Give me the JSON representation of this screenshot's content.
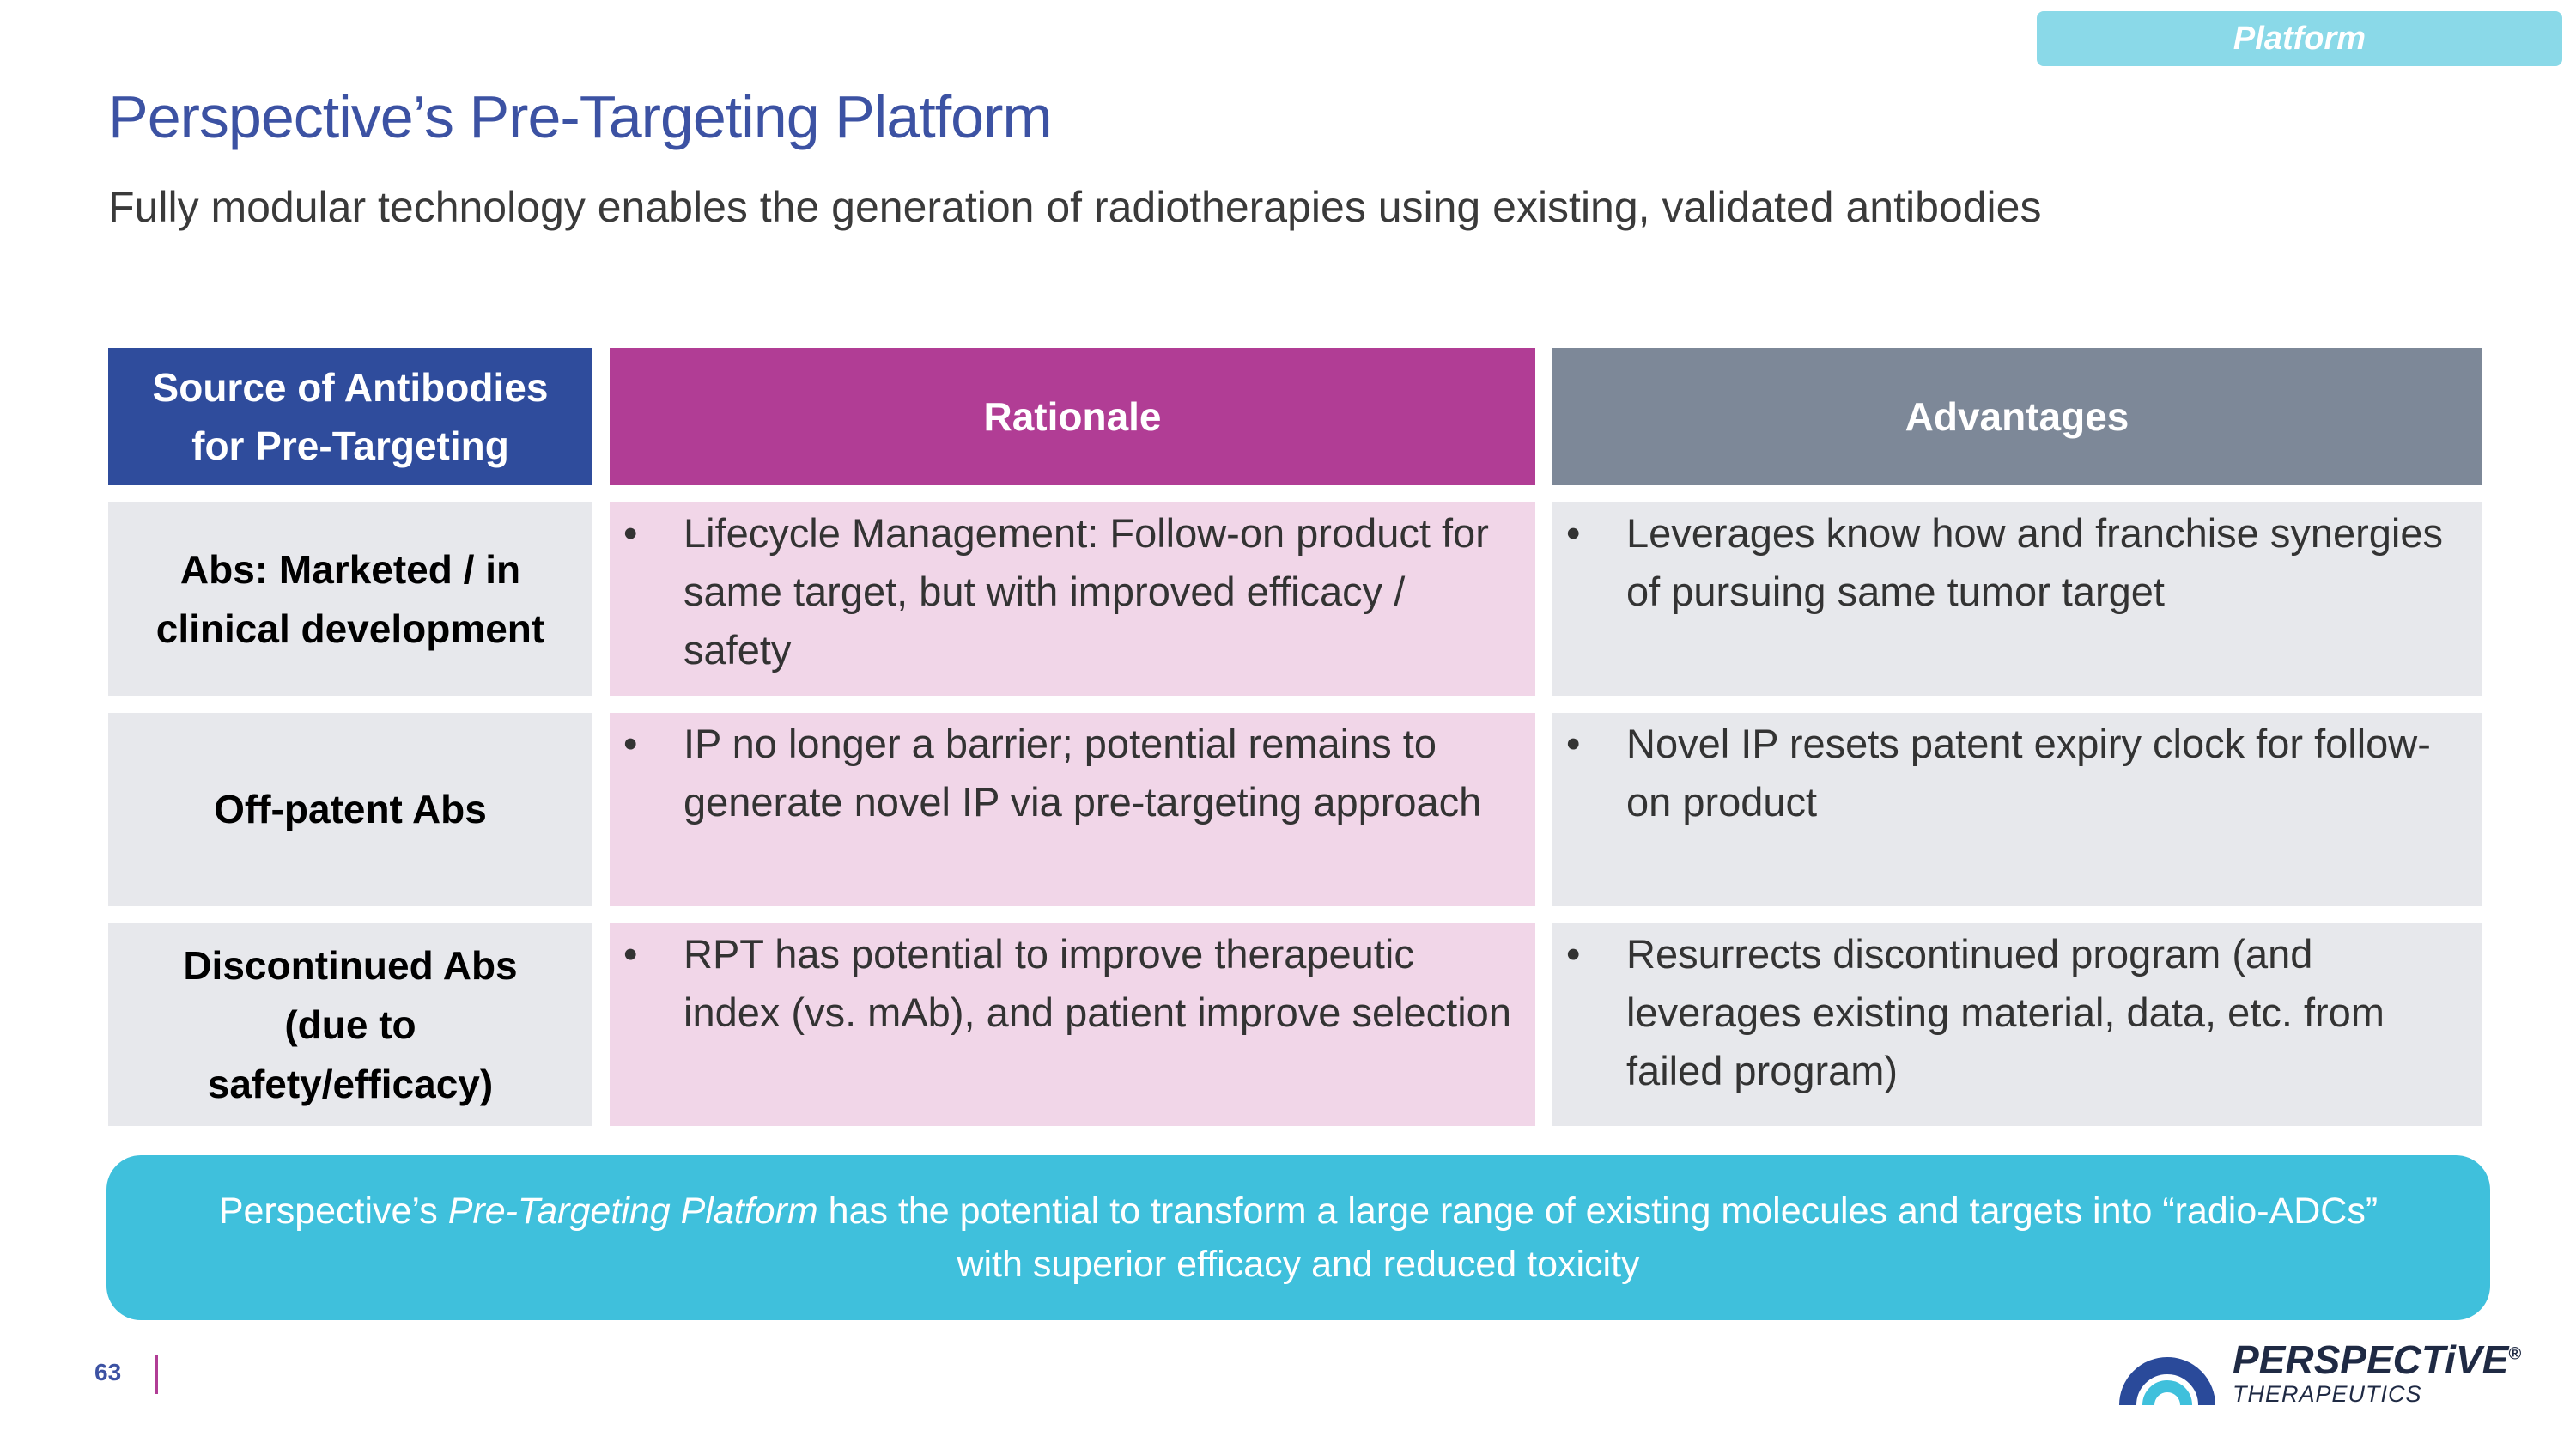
{
  "tag": "Platform",
  "title": "Perspective’s Pre-Targeting Platform",
  "subtitle": "Fully modular technology enables the generation of radiotherapies using existing, validated antibodies",
  "table": {
    "headers": {
      "source_line1": "Source of Antibodies",
      "source_line2": "for Pre-Targeting",
      "rationale": "Rationale",
      "advantages": "Advantages"
    },
    "rows": [
      {
        "source_line1": "Abs: Marketed / in",
        "source_line2": "clinical development",
        "source_line3": "",
        "rationale": "Lifecycle Management: Follow-on product for same target, but with improved efficacy / safety",
        "advantages": "Leverages know how and franchise synergies of pursuing same tumor target"
      },
      {
        "source_line1": "Off-patent Abs",
        "source_line2": "",
        "source_line3": "",
        "rationale": "IP no longer a barrier; potential remains to generate novel IP via pre-targeting approach",
        "advantages": "Novel IP resets patent expiry clock for follow-on product"
      },
      {
        "source_line1": "Discontinued Abs",
        "source_line2": "(due to",
        "source_line3": "safety/efficacy)",
        "rationale": "RPT has potential to improve therapeutic index (vs. mAb), and patient improve selection",
        "advantages": "Resurrects discontinued program (and leverages existing material, data, etc. from failed program)"
      }
    ],
    "bullet": "•"
  },
  "banner": {
    "prefix": "Perspective’s ",
    "emphasis": "Pre-Targeting Platform",
    "suffix": " has the potential to transform a large range of existing molecules and targets into “radio-ADCs”",
    "line2": "with superior efficacy and reduced toxicity"
  },
  "page_number": "63",
  "logo": {
    "name": "PERSPECTiVE",
    "reg": "®",
    "sub": "THERAPEUTICS",
    "icon": "perspective-logo-icon"
  },
  "colors": {
    "title_blue": "#3c52a3",
    "source_header": "#2f4c9c",
    "rationale_header": "#b13d95",
    "advantages_header": "#7d8898",
    "rationale_cell": "#f1d6e8",
    "grey_cell": "#e7e8ec",
    "banner": "#3fc0dc",
    "tag": "#8ad9e8"
  }
}
